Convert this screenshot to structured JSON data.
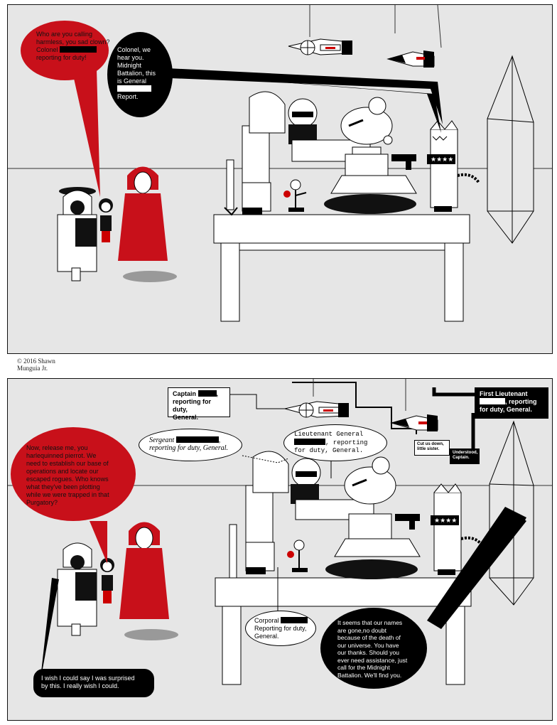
{
  "copyright": "© 2016 Shawn Munguia Jr.",
  "panel1": {
    "bubble_red": {
      "line1": "Who are you calling",
      "line2": "harmless, you sad clown?",
      "line3_prefix": "Colonel",
      "line4": "reporting for duty!"
    },
    "bubble_black": {
      "line1": "Colonel, we",
      "line2": "hear you.",
      "line3": "Midnight",
      "line4": "Battalion, this",
      "line5": "is General",
      "line6_suffix": "Report."
    }
  },
  "panel2": {
    "captain": {
      "line1_prefix": "Captain",
      "line2": "reporting for duty,",
      "line3": "General."
    },
    "first_lieutenant": {
      "line1": "First Lieutenant",
      "line2_suffix": ", reporting",
      "line3": "for duty, General."
    },
    "sergeant": {
      "line1_prefix": "Sergeant",
      "line2": "reporting for duty, General."
    },
    "lieutenant_general": {
      "line1": "Lieutenant General",
      "line2_suffix": ", reporting",
      "line3": "for duty, General."
    },
    "cut_us_down": {
      "line1": "Cut us down,",
      "line2": "little sister."
    },
    "understood": {
      "line1": "Understood,",
      "line2": "Captain."
    },
    "bubble_red": {
      "line1": "Now, release me, you",
      "line2": "harlequinned pierrot. We",
      "line3": "need to establish our base of",
      "line4": "operations and locate our",
      "line5": "escaped rogues. Who knows",
      "line6": "what they've been plotting",
      "line7": "while we were trapped in that",
      "line8": "Purgatory?"
    },
    "corporal": {
      "line1_prefix": "Corporal",
      "line2": "Reporting for duty,",
      "line3": "General."
    },
    "bubble_black_general": {
      "line1": "It seems that our names",
      "line2": "are gone,no doubt",
      "line3": "because of the death of",
      "line4": "our universe. You have",
      "line5": "our thanks. Should you",
      "line6": "ever need assistance, just",
      "line7": "call for the Midnight",
      "line8": "Battalion. We'll find you."
    },
    "black_caption_bottom": {
      "line1": "I wish I could say I was surprised",
      "line2": "by this. I really wish I could."
    }
  }
}
